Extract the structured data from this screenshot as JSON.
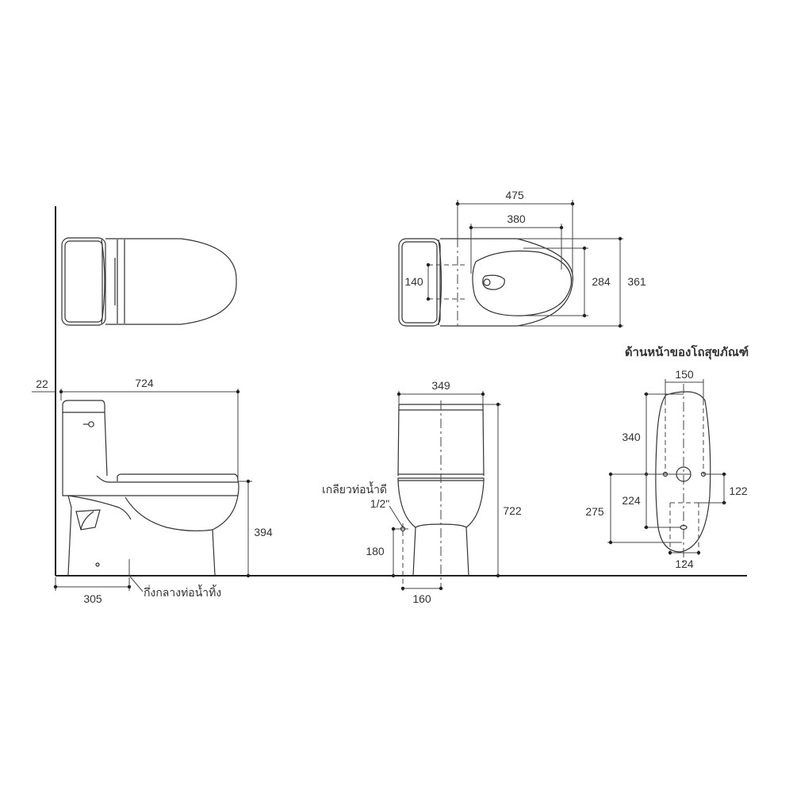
{
  "drawing": {
    "type": "toilet dimension technical drawing",
    "views": [
      "side-plan-top",
      "top-plan",
      "side-elevation",
      "front-elevation",
      "floor-outlet-front"
    ]
  },
  "top_plan": {
    "dim_475": "475",
    "dim_380": "380",
    "dim_140": "140",
    "dim_284": "284",
    "dim_361": "361"
  },
  "side_view": {
    "dim_22": "22",
    "dim_724": "724",
    "dim_394": "394",
    "dim_305": "305",
    "drain_center_label": "กึ่งกลางท่อน้ำทิ้ง"
  },
  "front_view": {
    "dim_349": "349",
    "dim_722": "722",
    "dim_180": "180",
    "dim_160": "160",
    "inlet_label": "เกลียวท่อน้ำดี",
    "inlet_size": "1/2\""
  },
  "outlet_view": {
    "title": "ด้านหน้าของโถสุขภัณฑ์",
    "dim_150": "150",
    "dim_340": "340",
    "dim_224": "224",
    "dim_275": "275",
    "dim_122": "122",
    "dim_124": "124"
  }
}
